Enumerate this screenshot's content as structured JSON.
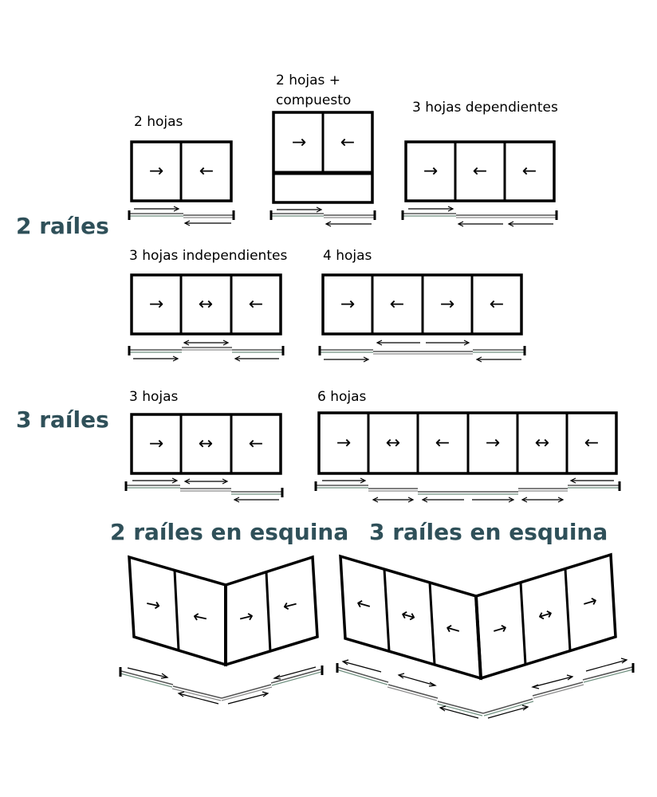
{
  "headings": {
    "two_rails": "2 raíles",
    "three_rails": "3 raíles",
    "two_rails_corner": "2 raíles en esquina",
    "three_rails_corner": "3 raíles en esquina"
  },
  "configurations": {
    "two_leaves": {
      "label": "2 hojas",
      "arrows": [
        "→",
        "←"
      ]
    },
    "two_leaves_composite": {
      "label_line1": "2 hojas +",
      "label_line2": "compuesto",
      "arrows": [
        "→",
        "←"
      ]
    },
    "three_dependent": {
      "label": "3 hojas dependientes",
      "arrows": [
        "→",
        "←",
        "←"
      ]
    },
    "three_independent": {
      "label": "3 hojas independientes",
      "arrows": [
        "→",
        "↔",
        "←"
      ]
    },
    "four_leaves": {
      "label": "4 hojas",
      "arrows": [
        "→",
        "←",
        "→",
        "←"
      ]
    },
    "three_leaves_3rails": {
      "label": "3 hojas",
      "arrows": [
        "→",
        "↔",
        "←"
      ]
    },
    "six_leaves": {
      "label": "6 hojas",
      "arrows": [
        "→",
        "↔",
        "←",
        "→",
        "↔",
        "←"
      ]
    },
    "corner_2rails": {
      "arrows": [
        "→",
        "←",
        "→",
        "←"
      ]
    },
    "corner_3rails": {
      "arrows": [
        "←",
        "↔",
        "←",
        "→",
        "↔",
        "→"
      ]
    }
  },
  "colors": {
    "heading": "#2f5059",
    "frame": "#000000",
    "rail": "#555555"
  }
}
